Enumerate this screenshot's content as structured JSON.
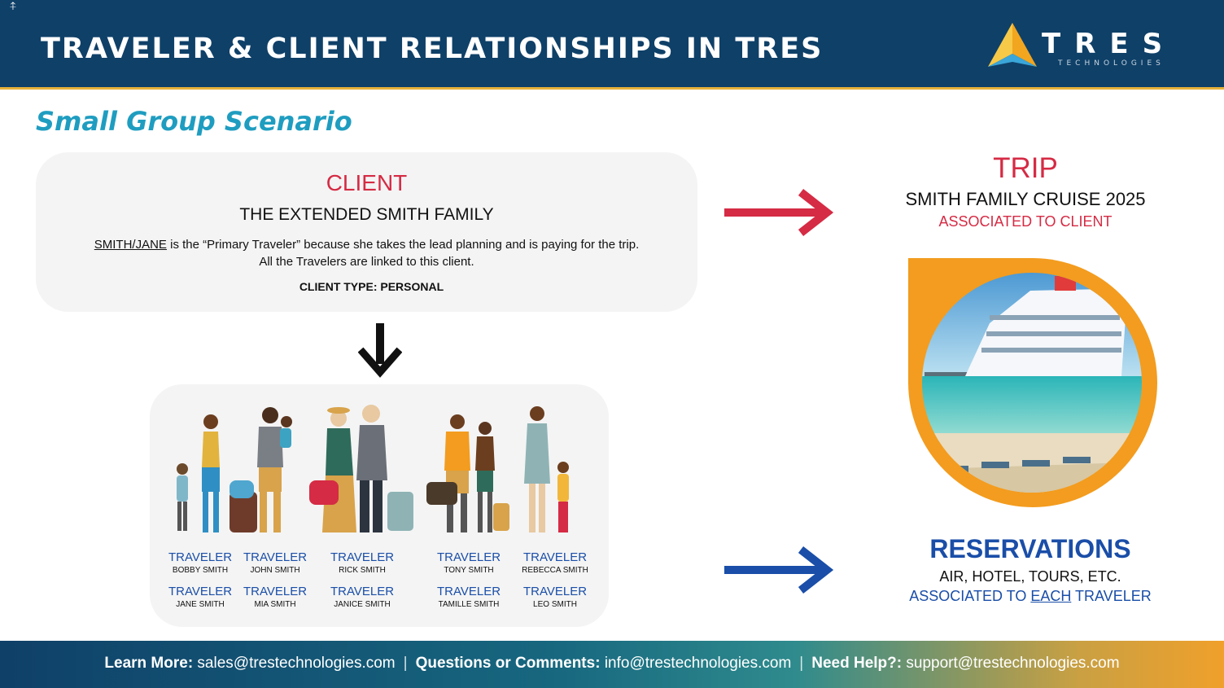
{
  "header": {
    "title": "TRAVELER & CLIENT RELATIONSHIPS IN TRES",
    "logo_text": "TRES",
    "logo_sub": "TECHNOLOGIES",
    "corner_glyph": "⍏"
  },
  "subtitle": "Small Group Scenario",
  "client": {
    "heading": "CLIENT",
    "name": "THE EXTENDED SMITH FAMILY",
    "primary_name": "SMITH/JANE",
    "desc_line1_rest": " is the “Primary Traveler” because she takes the lead planning and is paying for the trip.",
    "desc_line2": "All the Travelers are linked to this client.",
    "type": "CLIENT TYPE: PERSONAL"
  },
  "travelers": [
    {
      "label": "TRAVELER",
      "name": "BOBBY SMITH"
    },
    {
      "label": "TRAVELER",
      "name": "JOHN SMITH"
    },
    {
      "label": "TRAVELER",
      "name": "RICK SMITH"
    },
    {
      "label": "TRAVELER",
      "name": "TONY SMITH"
    },
    {
      "label": "TRAVELER",
      "name": "REBECCA SMITH"
    },
    {
      "label": "TRAVELER",
      "name": "JANE SMITH"
    },
    {
      "label": "TRAVELER",
      "name": "MIA SMITH"
    },
    {
      "label": "TRAVELER",
      "name": "JANICE SMITH"
    },
    {
      "label": "TRAVELER",
      "name": "TAMILLE SMITH"
    },
    {
      "label": "TRAVELER",
      "name": "LEO SMITH"
    }
  ],
  "trip": {
    "title": "TRIP",
    "name": "SMITH FAMILY CRUISE 2025",
    "assoc": "ASSOCIATED TO CLIENT"
  },
  "reservations": {
    "title": "RESERVATIONS",
    "desc": "AIR, HOTEL, TOURS, ETC.",
    "assoc_pre": "ASSOCIATED TO ",
    "assoc_each": "EACH",
    "assoc_post": " TRAVELER"
  },
  "footer": {
    "learn_label": "Learn More:",
    "learn_email": " sales@trestechnologies.com",
    "questions_label": "Questions or Comments:",
    "questions_email": " info@trestechnologies.com",
    "help_label": "Need Help?:",
    "help_email": " support@trestechnologies.com",
    "separator": "|"
  },
  "colors": {
    "header_bg": "#0f4068",
    "accent_red": "#d52b44",
    "accent_blue": "#1a4ea8",
    "subtitle_teal": "#1f9dc0",
    "orange": "#f39c1f"
  },
  "icons": [
    "down-arrow-icon",
    "right-arrow-red-icon",
    "right-arrow-blue-icon",
    "tres-logo-icon",
    "cruise-ship-image",
    "family-illustration"
  ]
}
